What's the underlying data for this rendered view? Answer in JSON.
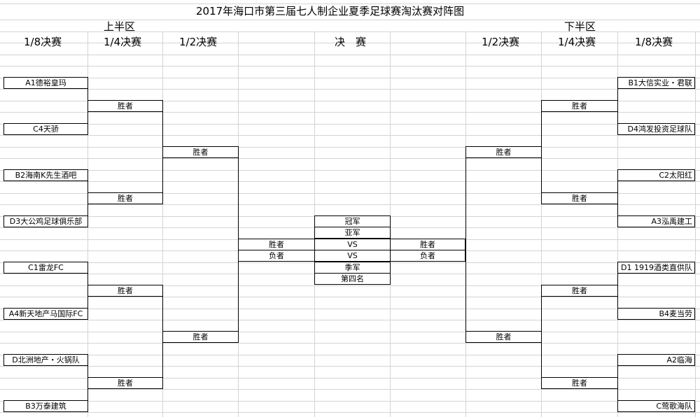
{
  "title": "2017年海口市第三届七人制企业夏季足球赛淘汰赛对阵图",
  "halves": {
    "upper": "上半区",
    "lower": "下半区"
  },
  "columns": {
    "left_r16": "1/8决赛",
    "left_qf": "1/4决赛",
    "left_sf": "1/2决赛",
    "final": "决　赛",
    "right_sf": "1/2决赛",
    "right_qf": "1/4决赛",
    "right_r16": "1/8决赛"
  },
  "left_teams": [
    "A1德裕皇玛",
    "C4天骄",
    "B2海南K先生酒吧",
    "D3大公鸡足球俱乐部",
    "C1雷龙FC",
    "A4新天地产马国际FC",
    "D北洲地产・火锅队",
    "B3万泰建筑"
  ],
  "right_teams": [
    "B1大信实业・君联",
    "D4鸿发投资足球队",
    "C2太阳红",
    "A3泓禹建工",
    "D1 1919酒类直供队",
    "B4麦当劳",
    "A2临海",
    "C莺歌海队"
  ],
  "winner_label": "胜者",
  "loser_label": "负者",
  "final_box": [
    "冠军",
    "亚军",
    "VS",
    "VS",
    "季军",
    "第四名"
  ]
}
